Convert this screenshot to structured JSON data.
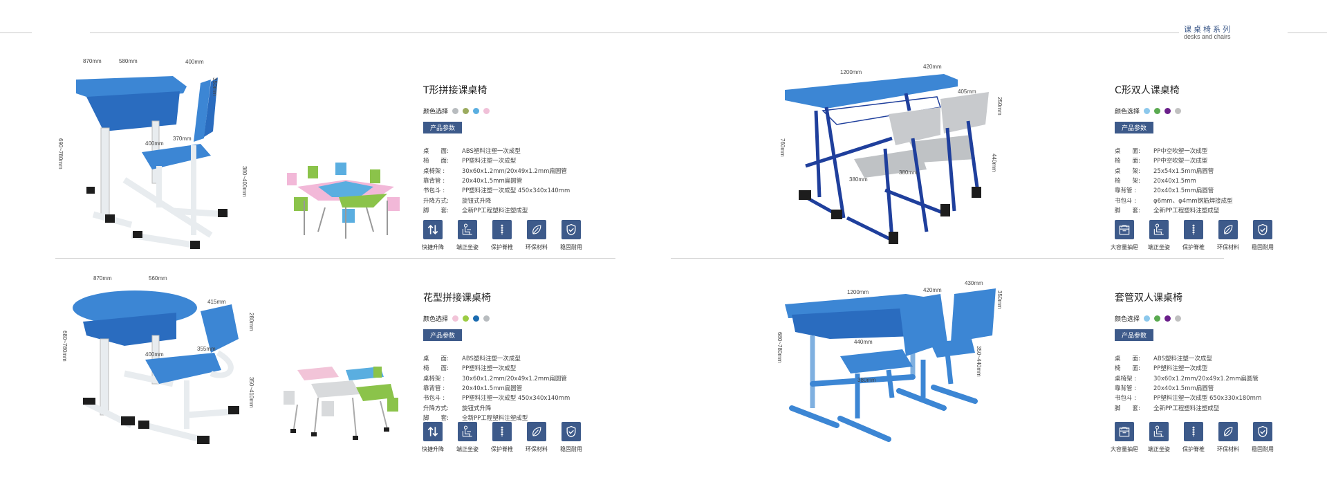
{
  "header": {
    "title": "课桌椅系列",
    "subtitle": "desks and chairs"
  },
  "products": [
    {
      "title": "T形拼接课桌椅",
      "color_label": "颜色选择",
      "colors": [
        "#b8bcbf",
        "#9bab5e",
        "#5aaee0",
        "#f0c0d8"
      ],
      "params_label": "产品参数",
      "specs": [
        {
          "label": "桌　　面:",
          "value": "ABS塑料注塑一次成型"
        },
        {
          "label": "椅　　面:",
          "value": "PP塑料注塑一次成型"
        },
        {
          "label": "桌椅架 :",
          "value": "30x60x1.2mm/20x49x1.2mm扁圆管"
        },
        {
          "label": "靠背管 :",
          "value": "20x40x1.5mm扁圆管"
        },
        {
          "label": "书包斗 :",
          "value": "PP塑料注塑一次成型 450x340x140mm"
        },
        {
          "label": "升降方式:",
          "value": "旋钮式升降"
        },
        {
          "label": "脚　　套:",
          "value": "全新PP工程塑料注塑成型"
        }
      ],
      "features": [
        {
          "icon": "up-down-arrows-icon",
          "label": "快捷升降"
        },
        {
          "icon": "sitting-posture-icon",
          "label": "端正坐姿"
        },
        {
          "icon": "spine-icon",
          "label": "保护脊椎"
        },
        {
          "icon": "leaf-icon",
          "label": "环保材料"
        },
        {
          "icon": "shield-check-icon",
          "label": "稳固耐用"
        }
      ],
      "dimensions": [
        "870mm",
        "580mm",
        "400mm",
        "350mm",
        "690~780mm",
        "400mm",
        "370mm",
        "380~400mm"
      ]
    },
    {
      "title": "C形双人课桌椅",
      "color_label": "颜色选择",
      "colors": [
        "#8cc8ec",
        "#5aaa50",
        "#6a1f8a",
        "#c0c0c0"
      ],
      "params_label": "产品参数",
      "specs": [
        {
          "label": "桌　　面:",
          "value": "PP中空吹塑一次成型"
        },
        {
          "label": "椅　　面:",
          "value": "PP中空吹塑一次成型"
        },
        {
          "label": "桌　　架:",
          "value": "25x54x1.5mm扁圆管"
        },
        {
          "label": "椅　　架:",
          "value": "20x40x1.5mm"
        },
        {
          "label": "靠背管 :",
          "value": "20x40x1.5mm扁圆管"
        },
        {
          "label": "书包斗 :",
          "value": "φ6mm、φ4mm钢筋焊接成型"
        },
        {
          "label": "脚　　套:",
          "value": "全新PP工程塑料注塑成型"
        }
      ],
      "features": [
        {
          "icon": "drawer-icon",
          "label": "大容量抽屉"
        },
        {
          "icon": "sitting-posture-icon",
          "label": "端正坐姿"
        },
        {
          "icon": "spine-icon",
          "label": "保护脊椎"
        },
        {
          "icon": "leaf-icon",
          "label": "环保材料"
        },
        {
          "icon": "shield-check-icon",
          "label": "稳固耐用"
        }
      ],
      "dimensions": [
        "1200mm",
        "420mm",
        "405mm",
        "250mm",
        "760mm",
        "380mm",
        "380mm",
        "440mm"
      ]
    },
    {
      "title": "花型拼接课桌椅",
      "color_label": "颜色选择",
      "colors": [
        "#f2c4d8",
        "#9ccc44",
        "#1a6bb0",
        "#b8bcbf"
      ],
      "params_label": "产品参数",
      "specs": [
        {
          "label": "桌　　面:",
          "value": "ABS塑料注塑一次成型"
        },
        {
          "label": "椅　　面:",
          "value": "PP塑料注塑一次成型"
        },
        {
          "label": "桌椅架 :",
          "value": "30x60x1.2mm/20x49x1.2mm扁圆管"
        },
        {
          "label": "靠背管 :",
          "value": "20x40x1.5mm扁圆管"
        },
        {
          "label": "书包斗 :",
          "value": "PP塑料注塑一次成型 450x340x140mm"
        },
        {
          "label": "升降方式:",
          "value": "旋钮式升降"
        },
        {
          "label": "脚　　套:",
          "value": "全新PP工程塑料注塑成型"
        }
      ],
      "features": [
        {
          "icon": "up-down-arrows-icon",
          "label": "快捷升降"
        },
        {
          "icon": "sitting-posture-icon",
          "label": "端正坐姿"
        },
        {
          "icon": "spine-icon",
          "label": "保护脊椎"
        },
        {
          "icon": "leaf-icon",
          "label": "环保材料"
        },
        {
          "icon": "shield-check-icon",
          "label": "稳固耐用"
        }
      ],
      "dimensions": [
        "870mm",
        "560mm",
        "415mm",
        "280mm",
        "680~780mm",
        "400mm",
        "355mm",
        "350~410mm"
      ]
    },
    {
      "title": "套管双人课桌椅",
      "color_label": "颜色选择",
      "colors": [
        "#8cc8ec",
        "#5aaa50",
        "#6a1f8a",
        "#c0c0c0"
      ],
      "params_label": "产品参数",
      "specs": [
        {
          "label": "桌　　面:",
          "value": "ABS塑料注塑一次成型"
        },
        {
          "label": "椅　　面:",
          "value": "PP塑料注塑一次成型"
        },
        {
          "label": "桌椅架 :",
          "value": "30x60x1.2mm/20x49x1.2mm扁圆管"
        },
        {
          "label": "靠背管 :",
          "value": "20x40x1.5mm扁圆管"
        },
        {
          "label": "书包斗 :",
          "value": "PP塑料注塑一次成型 650x330x180mm"
        },
        {
          "label": "脚　　套:",
          "value": "全新PP工程塑料注塑成型"
        }
      ],
      "features": [
        {
          "icon": "drawer-icon",
          "label": "大容量抽屉"
        },
        {
          "icon": "sitting-posture-icon",
          "label": "端正坐姿"
        },
        {
          "icon": "spine-icon",
          "label": "保护脊椎"
        },
        {
          "icon": "leaf-icon",
          "label": "环保材料"
        },
        {
          "icon": "shield-check-icon",
          "label": "稳固耐用"
        }
      ],
      "dimensions": [
        "1200mm",
        "420mm",
        "430mm",
        "350mm",
        "680~780mm",
        "440mm",
        "380mm",
        "350~440mm"
      ]
    }
  ]
}
